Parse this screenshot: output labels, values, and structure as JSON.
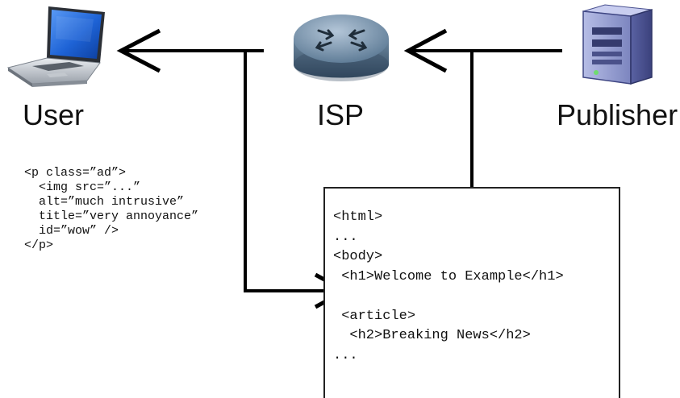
{
  "nodes": {
    "user": {
      "label": "User",
      "icon": "laptop-icon"
    },
    "isp": {
      "label": "ISP",
      "icon": "router-icon"
    },
    "publisher": {
      "label": "Publisher",
      "icon": "server-icon"
    }
  },
  "injected_snippet": {
    "lines": [
      "<p class=”ad”>",
      "  <img src=”...”",
      "  alt=”much intrusive”",
      "  title=”very annoyance”",
      "  id=”wow” />",
      "</p>"
    ]
  },
  "page_document": {
    "lines": [
      "<html>",
      "...",
      "<body>",
      " <h1>Welcome to Example</h1>",
      "",
      " <article>",
      "  <h2>Breaking News</h2>",
      "..."
    ]
  },
  "colors": {
    "line": "#000000",
    "text": "#111111",
    "laptop_screen": "#1e63d6",
    "router_body": "#4f6d86",
    "server_body": "#8f98c9"
  }
}
